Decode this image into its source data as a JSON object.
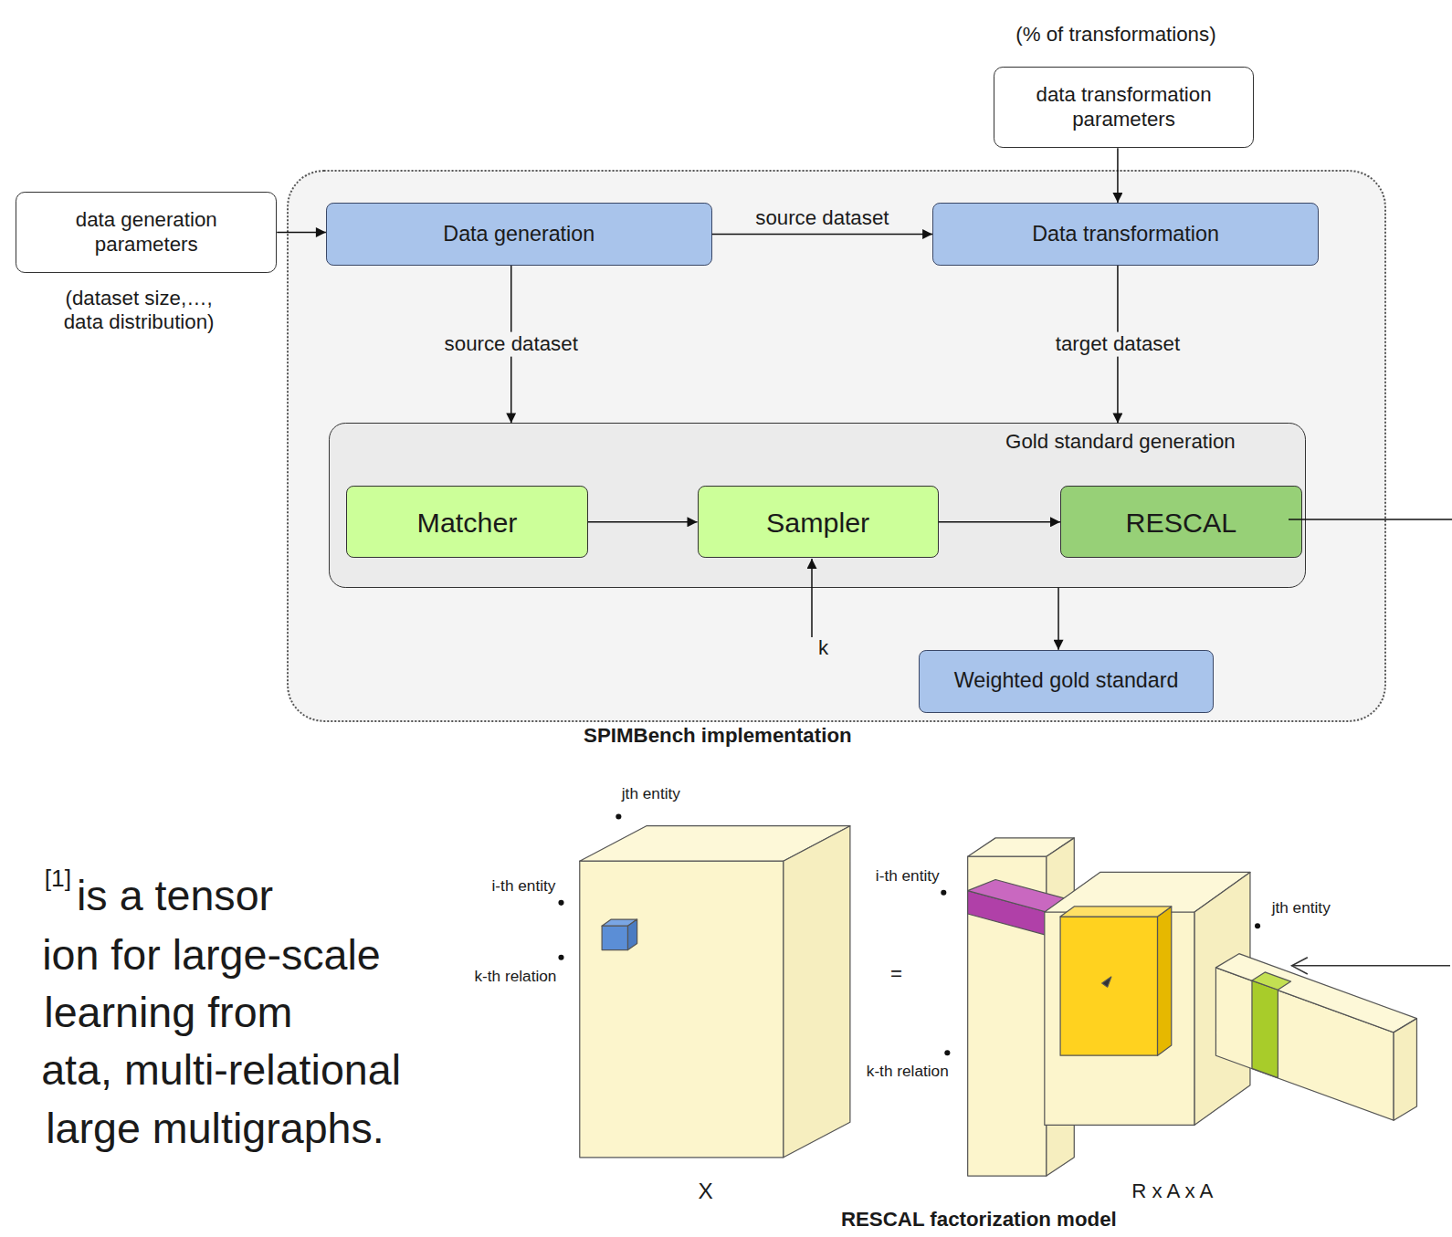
{
  "diagram": {
    "nodes": [
      {
        "text": [
          "data transformation parameters"
        ]
      },
      {
        "text": [
          "data generation parameters"
        ]
      },
      {
        "text": [
          "SPIMBench implementation"
        ]
      },
      {
        "text": [
          "Data generation"
        ],
        "in": 2
      },
      {
        "text": [
          "Data transformation"
        ],
        "in": 2
      },
      {
        "text": [
          "Gold standard generation"
        ],
        "in": 2
      },
      {
        "text": [
          "Matcher"
        ],
        "in": 5
      },
      {
        "text": [
          "Sampler"
        ],
        "in": 5
      },
      {
        "text": [
          "RESCAL"
        ],
        "in": 5
      },
      {
        "text": [
          "Weighted gold standard"
        ],
        "in": 2
      }
    ],
    "edges": [
      {
        "from": 1,
        "to": 3,
        "arrow": "to"
      },
      {
        "from": 0,
        "to": 4,
        "arrow": "to"
      },
      {
        "from": 3,
        "to": 4,
        "label": "source dataset",
        "arrow": "to"
      },
      {
        "from": 3,
        "to": 5,
        "label": "source dataset",
        "arrow": "to"
      },
      {
        "from": 4,
        "to": 5,
        "label": "target dataset",
        "arrow": "to"
      },
      {
        "from": 6,
        "to": 7,
        "arrow": "to"
      },
      {
        "from": 7,
        "to": 8,
        "arrow": "to"
      },
      {
        "from": 5,
        "to": 9,
        "arrow": "to"
      }
    ],
    "labels": [
      "(% of transformations)",
      "(dataset size,…, data distribution)",
      "k",
      "jth entity",
      "i-th entity",
      "k-th relation",
      "i-th entity",
      "jth entity",
      "k-th relation",
      "=",
      "X",
      "R x A x A",
      "RESCAL factorization model",
      "[1]",
      "is a tensor",
      "ion for large-scale",
      "learning from",
      "ata, multi-relational",
      "large multigraphs."
    ]
  }
}
